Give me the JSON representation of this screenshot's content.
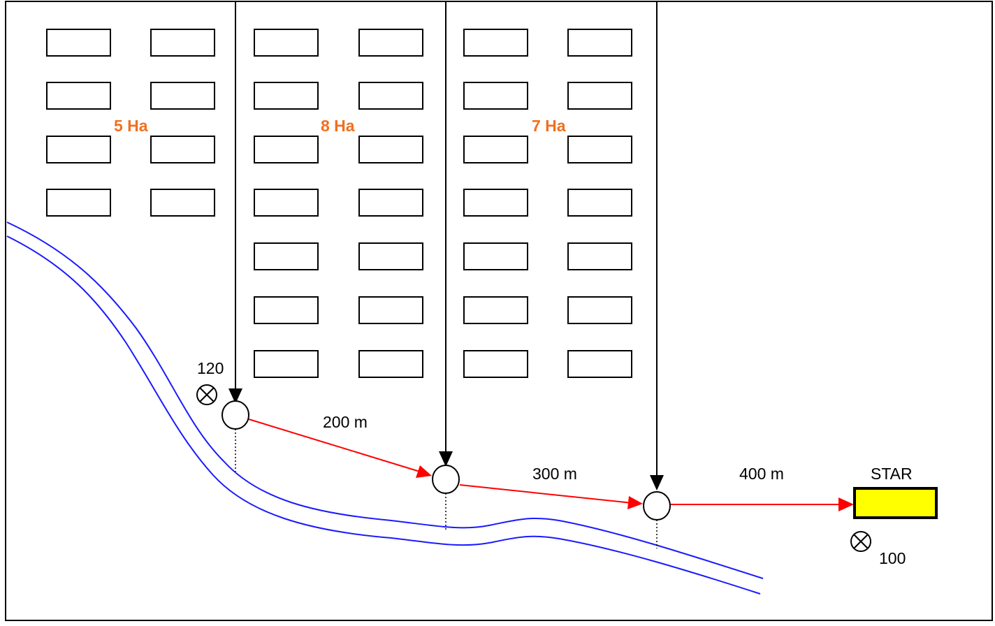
{
  "colors": {
    "area_label": "#f07020",
    "river": "#1a1aff",
    "flow_line": "#ff0000",
    "station_fill": "#ffff00",
    "outline": "#000000"
  },
  "icons": {
    "manhole": "circle",
    "elevation_marker": "circled-x"
  },
  "areas": [
    {
      "label": "5 Ha"
    },
    {
      "label": "8 Ha"
    },
    {
      "label": "7 Ha"
    }
  ],
  "segments": [
    {
      "label": "200 m"
    },
    {
      "label": "300 m"
    },
    {
      "label": "400 m"
    }
  ],
  "station": {
    "label": "STAR"
  },
  "elevations": [
    {
      "label": "120"
    },
    {
      "label": "100"
    }
  ]
}
